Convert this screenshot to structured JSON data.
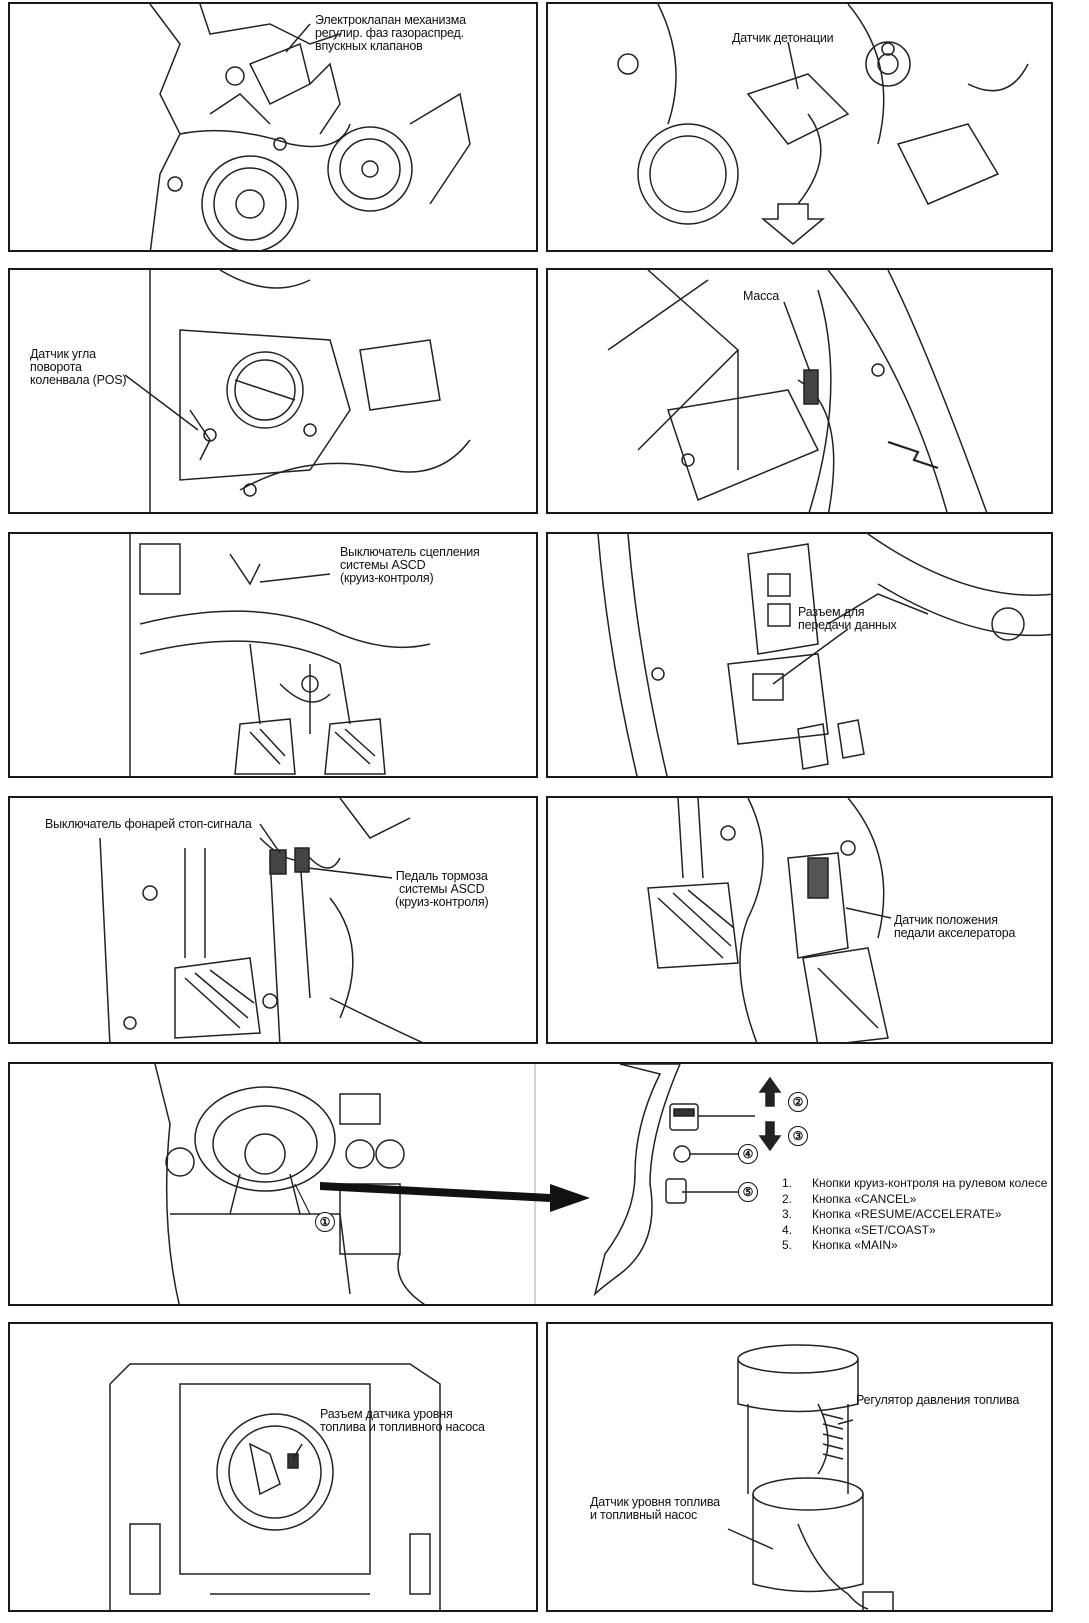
{
  "panels": {
    "p1": {
      "label": "Электроклапан механизма\nрегулир. фаз газораспред.\nвпускных клапанов"
    },
    "p2": {
      "label": "Датчик детонации"
    },
    "p3": {
      "label": "Датчик угла\nповорота\nколенвала (POS)"
    },
    "p4": {
      "label": "Масса"
    },
    "p5": {
      "label": "Выключатель сцепления\nсистемы ASCD\n(круиз-контроля)"
    },
    "p6": {
      "label": "Разъем для\nпередачи данных"
    },
    "p7": {
      "label_a": "Выключатель фонарей стоп-сигнала",
      "label_b": "Педаль тормоза\nсистемы ASCD\n(круиз-контроля)"
    },
    "p8": {
      "label": "Датчик положения\nпедали акселератора"
    },
    "p9": {
      "callouts": [
        "①",
        "②",
        "③",
        "④",
        "⑤"
      ],
      "legend": [
        {
          "num": "1.",
          "text": "Кнопки круиз-контроля на рулевом колесе"
        },
        {
          "num": "2.",
          "text": "Кнопка «CANCEL»"
        },
        {
          "num": "3.",
          "text": "Кнопка «RESUME/ACCELERATE»"
        },
        {
          "num": "4.",
          "text": "Кнопка «SET/COAST»"
        },
        {
          "num": "5.",
          "text": "Кнопка «MAIN»"
        }
      ]
    },
    "p10": {
      "label": "Разъем датчика уровня\nтоплива и топливного насоса"
    },
    "p11": {
      "label_a": "Регулятор давления топлива",
      "label_b": "Датчик уровня топлива\nи топливный насос"
    }
  }
}
